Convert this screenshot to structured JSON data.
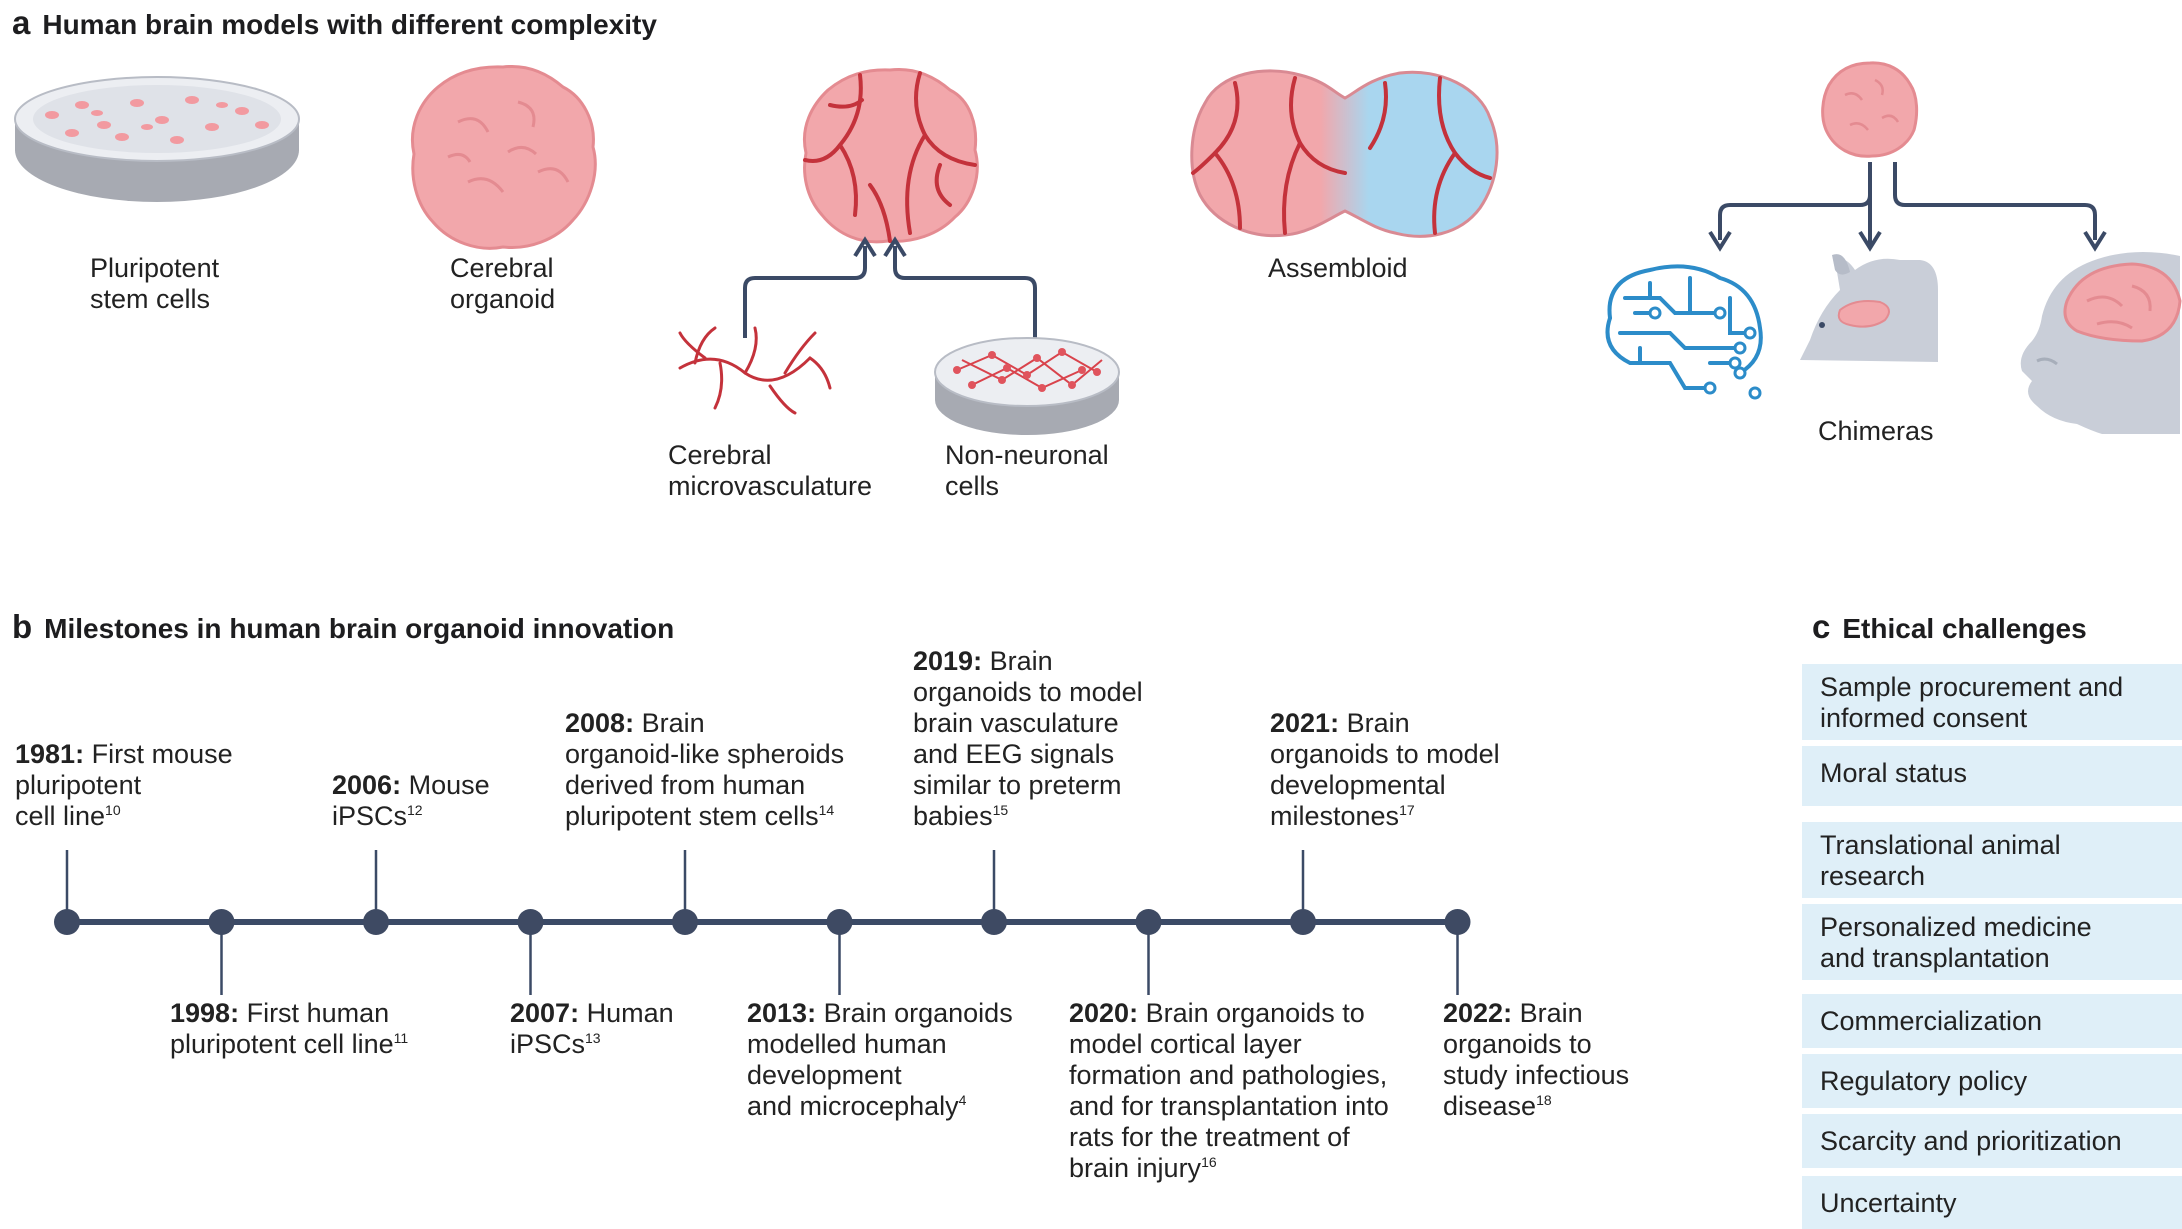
{
  "panel_a": {
    "letter": "a",
    "title": "Human brain models with different complexity",
    "labels": {
      "pluripotent": "Pluripotent\nstem cells",
      "cerebral_organoid": "Cerebral\norganoid",
      "microvasculature": "Cerebral\nmicrovasculature",
      "non_neuronal": "Non-neuronal\ncells",
      "assembloid": "Assembloid",
      "chimeras": "Chimeras"
    }
  },
  "panel_b": {
    "letter": "b",
    "title": "Milestones in human brain organoid innovation",
    "milestones": [
      {
        "year": "1981:",
        "lines": [
          "First mouse",
          "pluripotent",
          "cell line"
        ],
        "ref": "10"
      },
      {
        "year": "1998:",
        "lines": [
          "First human",
          "pluripotent cell line"
        ],
        "ref": "11"
      },
      {
        "year": "2006:",
        "lines": [
          "Mouse",
          "iPSCs"
        ],
        "ref": "12"
      },
      {
        "year": "2007:",
        "lines": [
          "Human",
          "iPSCs"
        ],
        "ref": "13"
      },
      {
        "year": "2008:",
        "lines": [
          "Brain",
          "organoid-like spheroids",
          "derived  from human",
          "pluripotent stem cells"
        ],
        "ref": "14"
      },
      {
        "year": "2013:",
        "lines": [
          "Brain organoids",
          "modelled human",
          "development",
          "and microcephaly"
        ],
        "ref": "4"
      },
      {
        "year": "2019:",
        "lines": [
          "Brain",
          "organoids to model",
          "brain vasculature",
          "and EEG signals",
          "similar to preterm",
          "babies"
        ],
        "ref": "15"
      },
      {
        "year": "2020:",
        "lines": [
          "Brain organoids to",
          "model cortical layer",
          "formation and pathologies,",
          "and for transplantation into",
          "rats for the treatment of",
          "brain injury"
        ],
        "ref": "16"
      },
      {
        "year": "2021:",
        "lines": [
          "Brain",
          "organoids to model",
          "developmental",
          "milestones"
        ],
        "ref": "17"
      },
      {
        "year": "2022:",
        "lines": [
          "Brain",
          "organoids to",
          "study infectious",
          "disease"
        ],
        "ref": "18"
      }
    ]
  },
  "panel_c": {
    "letter": "c",
    "title": "Ethical challenges",
    "items": [
      [
        "Sample procurement and",
        "informed consent"
      ],
      [
        "Moral status"
      ],
      [
        "Translational animal",
        "research"
      ],
      [
        "Personalized medicine",
        "and transplantation"
      ],
      [
        "Commercialization"
      ],
      [
        "Regulatory policy"
      ],
      [
        "Scarcity and prioritization"
      ],
      [
        "Uncertainty"
      ]
    ]
  },
  "colors": {
    "timeline": "#3b4a66",
    "node": "#3e4a63",
    "organoid_fill": "#f2a7ab",
    "organoid_dark": "#e48b91",
    "vessel": "#c4323b",
    "blue_fill": "#a9d6ef",
    "ethics_box": "#dfeff8",
    "circuit": "#2c8cc9",
    "grey_animal": "#c9ced8"
  }
}
